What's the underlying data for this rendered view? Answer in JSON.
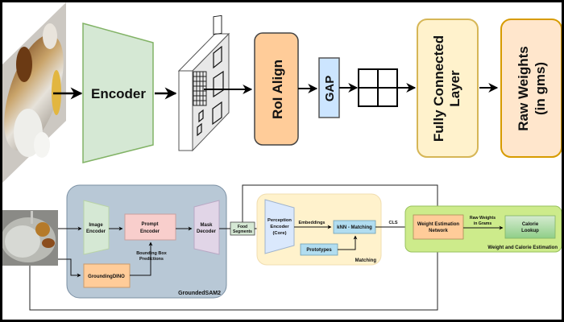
{
  "top_pipeline": {
    "encoder": "Encoder",
    "roi_align": "RoI Align",
    "gap": "GAP",
    "fully_connected": [
      "Fully Connected",
      "Layer"
    ],
    "raw_weights": [
      "Raw Weights",
      "(in gms)"
    ]
  },
  "bottom_pipeline": {
    "groundedsam2": {
      "label": "GroundedSAM2",
      "image_encoder": [
        "Image",
        "Encoder"
      ],
      "prompt_encoder": [
        "Prompt",
        "Encoder"
      ],
      "mask_decoder": [
        "Mask",
        "Decoder"
      ],
      "grounding_dino": "GroundingDINO",
      "bbox_label": [
        "Bounding Box",
        "Predictions"
      ]
    },
    "food_segments": [
      "Food",
      "Segments"
    ],
    "matching": {
      "label": "Matching",
      "perception_encoder": [
        "Perception",
        "Encoder",
        "(Core)"
      ],
      "embeddings_label": "Embeddings",
      "knn": "kNN - Matching",
      "prototypes": "Prototypes"
    },
    "cls_label": "CLS",
    "weight_calorie": {
      "label": "Weight and Calorie Estimation",
      "weight_net": [
        "Weight Estimation",
        "Network"
      ],
      "raw_weights_label": [
        "Raw Weights",
        "in Grams"
      ],
      "calorie_lookup": [
        "Calorie",
        "Lookup"
      ]
    }
  },
  "colors": {
    "encoder_green": "#d5e8d4",
    "roi_orange": "#ffcc99",
    "gap_blue": "#cce5ff",
    "fc_yellow": "#fff2cc",
    "raw_peach": "#ffe6cc",
    "sam_panel": "#b8c8d6",
    "matching_panel": "#fff2cc",
    "calorie_panel": "#cdeb8b"
  }
}
